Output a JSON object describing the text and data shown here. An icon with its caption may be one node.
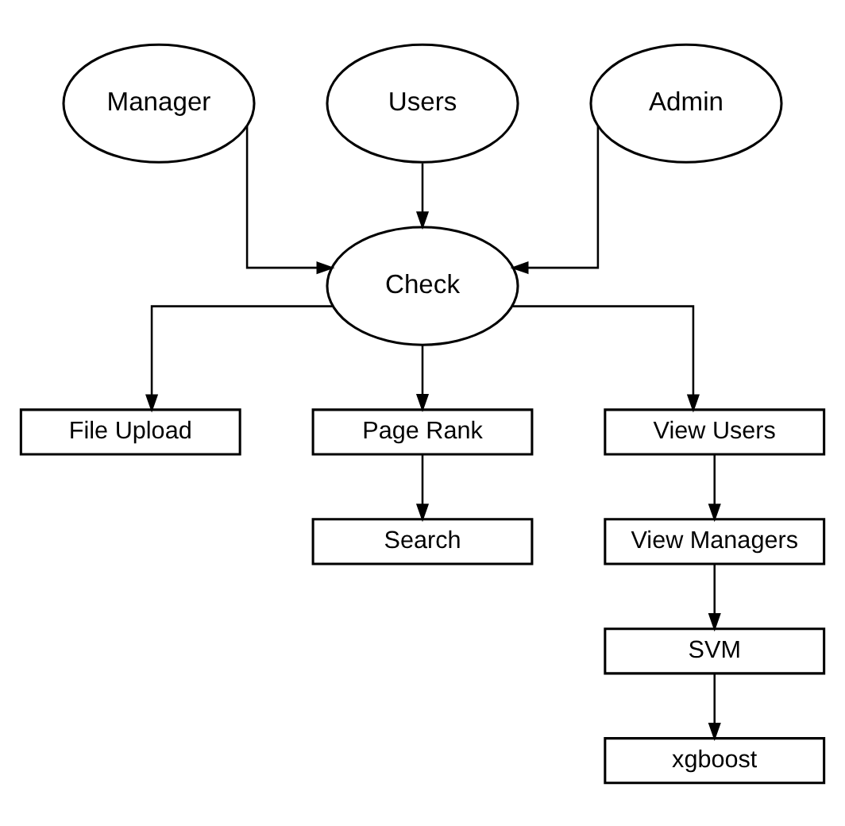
{
  "diagram": {
    "nodes": [
      {
        "text": [
          "Manager"
        ]
      },
      {
        "text": [
          "Users"
        ]
      },
      {
        "text": [
          "Admin"
        ]
      },
      {
        "text": [
          "Check"
        ]
      },
      {
        "text": [
          "File Upload"
        ]
      },
      {
        "text": [
          "Page Rank"
        ]
      },
      {
        "text": [
          "Search"
        ]
      },
      {
        "text": [
          "View Users"
        ]
      },
      {
        "text": [
          "View Managers"
        ]
      },
      {
        "text": [
          "SVM"
        ]
      },
      {
        "text": [
          "xgboost"
        ]
      }
    ],
    "edges": [
      {
        "from": 0,
        "to": 3,
        "arrow": "to"
      },
      {
        "from": 1,
        "to": 3,
        "arrow": "to"
      },
      {
        "from": 2,
        "to": 3,
        "arrow": "to"
      },
      {
        "from": 3,
        "to": 4,
        "arrow": "to"
      },
      {
        "from": 3,
        "to": 5,
        "arrow": "to"
      },
      {
        "from": 3,
        "to": 7,
        "arrow": "to"
      },
      {
        "from": 5,
        "to": 6,
        "arrow": "to"
      },
      {
        "from": 7,
        "to": 8,
        "arrow": "to"
      },
      {
        "from": 8,
        "to": 9,
        "arrow": "to"
      },
      {
        "from": 9,
        "to": 10,
        "arrow": "to"
      }
    ]
  }
}
